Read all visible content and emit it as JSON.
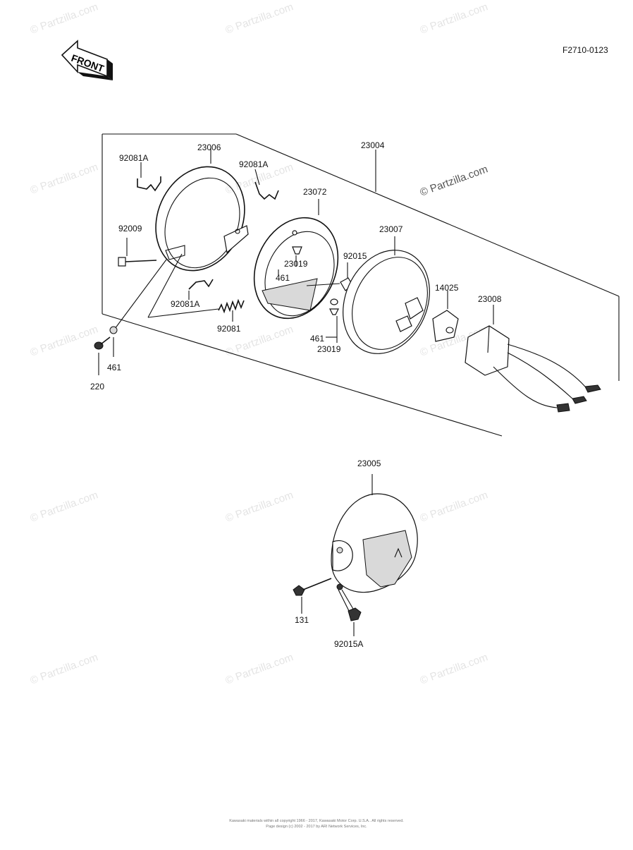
{
  "diagram": {
    "figure_code": "F2710-0123",
    "front_label": "FRONT",
    "watermark": "© Partzilla.com",
    "callouts": {
      "c92081A_1": "92081A",
      "c23006": "23006",
      "c92081A_2": "92081A",
      "c23004": "23004",
      "c23072": "23072",
      "c92009": "92009",
      "c23007": "23007",
      "c23019_1": "23019",
      "c92015": "92015",
      "c461_1": "461",
      "c14025": "14025",
      "c23008": "23008",
      "c92081A_3": "92081A",
      "c92081": "92081",
      "c461_2": "461",
      "c23019_2": "23019",
      "c461_3": "461",
      "c220": "220",
      "c23005": "23005",
      "c131": "131",
      "c92015A": "92015A"
    },
    "footer": {
      "line1": "Kawasaki materials within all copyright 1966 - 2017, Kawasaki Motor Corp. U.S.A.. All rights reserved.",
      "line2": "Page design (c) 2002 - 2017 by ARI Network Services, Inc."
    }
  },
  "colors": {
    "line": "#111111",
    "watermark": "#e4e4e4",
    "background": "#ffffff"
  }
}
